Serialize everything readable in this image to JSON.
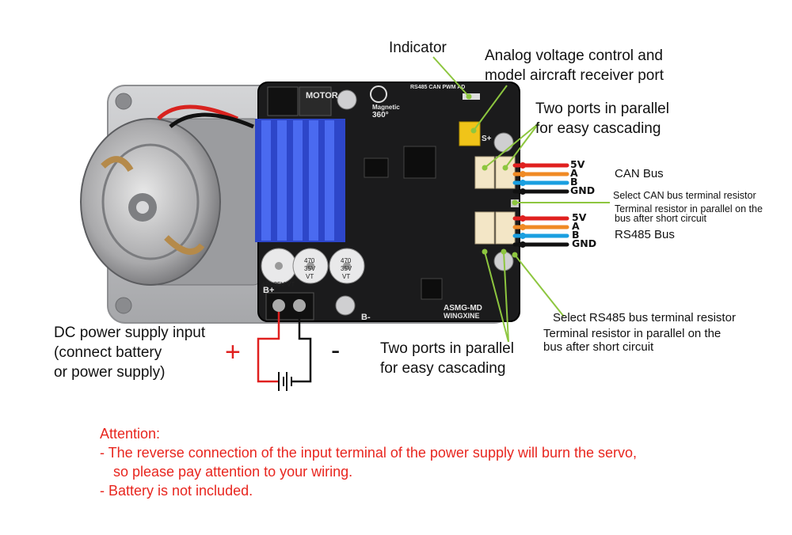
{
  "colors": {
    "accent_green": "#8dc63f",
    "attention_red": "#e8261f",
    "wire_red": "#e0201f",
    "wire_orange": "#f08a24",
    "wire_blue": "#1a9fe0",
    "wire_black": "#111111",
    "pcb": "#1a1a1a",
    "heatsink": "#2e4fd6",
    "housing": "#bfc0c2"
  },
  "board": {
    "silk_motor": "MOTOR",
    "silk_model": "ASMG-MD",
    "silk_brand": "WINGXINE",
    "silk_b_plus": "B+",
    "silk_b_minus": "B-",
    "silk_360": "360°",
    "silk_magnetic": "Magnetic",
    "silk_modes": "RS485 CAN PWM AD",
    "silk_s_plus": "S+",
    "cap_label": "470 35V VT",
    "cap_value": "470",
    "cap_voltage": "35V",
    "cap_series": "VT"
  },
  "callouts": {
    "indicator": "Indicator",
    "analog_line1": "Analog voltage control and",
    "analog_line2": "model aircraft receiver port",
    "parallel_top_line1": "Two ports in parallel",
    "parallel_top_line2": "for easy cascading",
    "can_bus": "CAN Bus",
    "can_resistor": "Select CAN bus terminal resistor",
    "can_resistor_note_line1": "Terminal resistor in parallel on the",
    "can_resistor_note_line2": "bus after short circuit",
    "rs485_bus": "RS485 Bus",
    "rs485_resistor": "Select RS485 bus terminal resistor",
    "rs485_resistor_note_line1": "Terminal resistor in parallel on the",
    "rs485_resistor_note_line2": "bus after short circuit",
    "parallel_bottom_line1": "Two ports in parallel",
    "parallel_bottom_line2": "for easy cascading",
    "dc_input_line1": "DC power supply input",
    "dc_input_line2": "(connect battery",
    "dc_input_line3": "or power supply)",
    "plus_sign": "+",
    "minus_sign": "-"
  },
  "can_pins": [
    "5V",
    "A",
    "B",
    "GND"
  ],
  "rs485_pins": [
    "5V",
    "A",
    "B",
    "GND"
  ],
  "attention": {
    "title": "Attention:",
    "line1": "- The reverse connection of the input terminal of the power supply will burn the servo,",
    "line2": "so please pay attention to your wiring.",
    "line3": "- Battery is not included."
  }
}
